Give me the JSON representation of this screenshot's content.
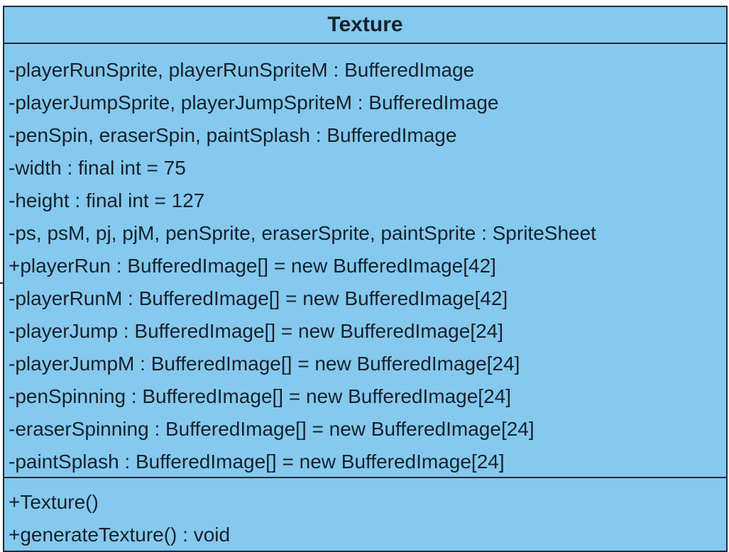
{
  "class": {
    "name": "Texture",
    "attributes": [
      "-playerRunSprite, playerRunSpriteM : BufferedImage",
      "-playerJumpSprite, playerJumpSpriteM : BufferedImage",
      "-penSpin, eraserSpin, paintSplash : BufferedImage",
      "-width : final int = 75",
      "-height : final int = 127",
      "-ps, psM, pj, pjM, penSprite, eraserSprite, paintSprite : SpriteSheet",
      "+playerRun : BufferedImage[] = new BufferedImage[42]",
      "-playerRunM : BufferedImage[] = new BufferedImage[42]",
      "-playerJump : BufferedImage[] = new BufferedImage[24]",
      "-playerJumpM : BufferedImage[] = new BufferedImage[24]",
      "-penSpinning : BufferedImage[] = new BufferedImage[24]",
      "-eraserSpinning : BufferedImage[] = new BufferedImage[24]",
      "-paintSplash : BufferedImage[] = new BufferedImage[24]"
    ],
    "operations": [
      "+Texture()",
      "+generateTexture() : void"
    ]
  },
  "colors": {
    "fill": "#85c9ef",
    "border": "#1d2b38",
    "text": "#17212b"
  }
}
